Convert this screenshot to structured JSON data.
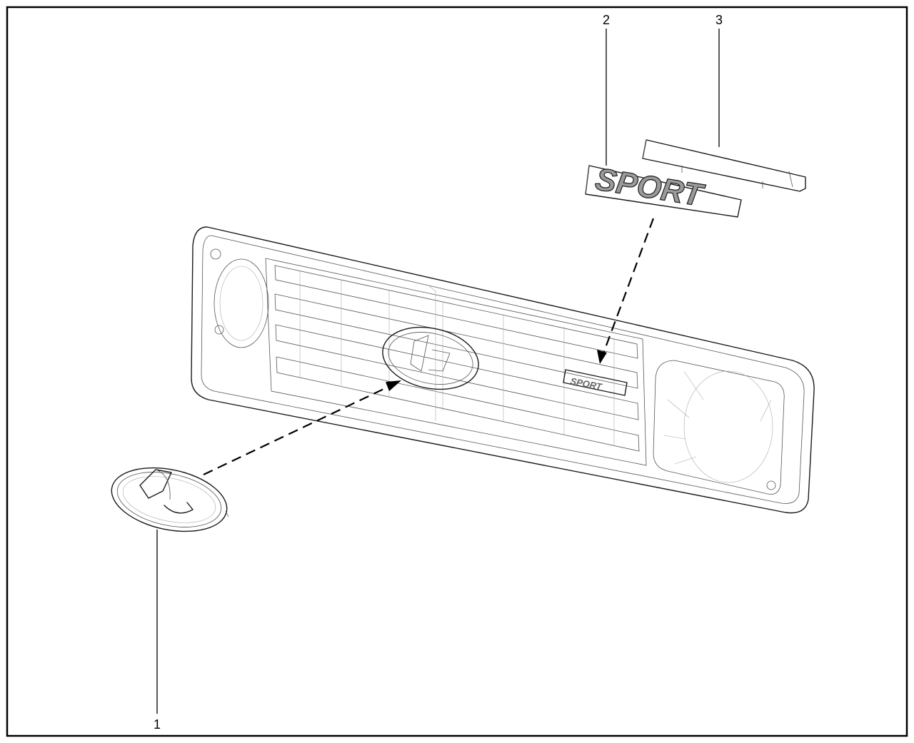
{
  "callouts": [
    {
      "number": "1",
      "part": "emblem"
    },
    {
      "number": "2",
      "part": "sport-badge"
    },
    {
      "number": "3",
      "part": "badge-mounting-bracket"
    }
  ],
  "badge_text": "SPORT",
  "colors": {
    "line": "#1a1a1a",
    "frame": "#000000",
    "background": "#ffffff",
    "badge_fill": "#9a9a9a"
  }
}
